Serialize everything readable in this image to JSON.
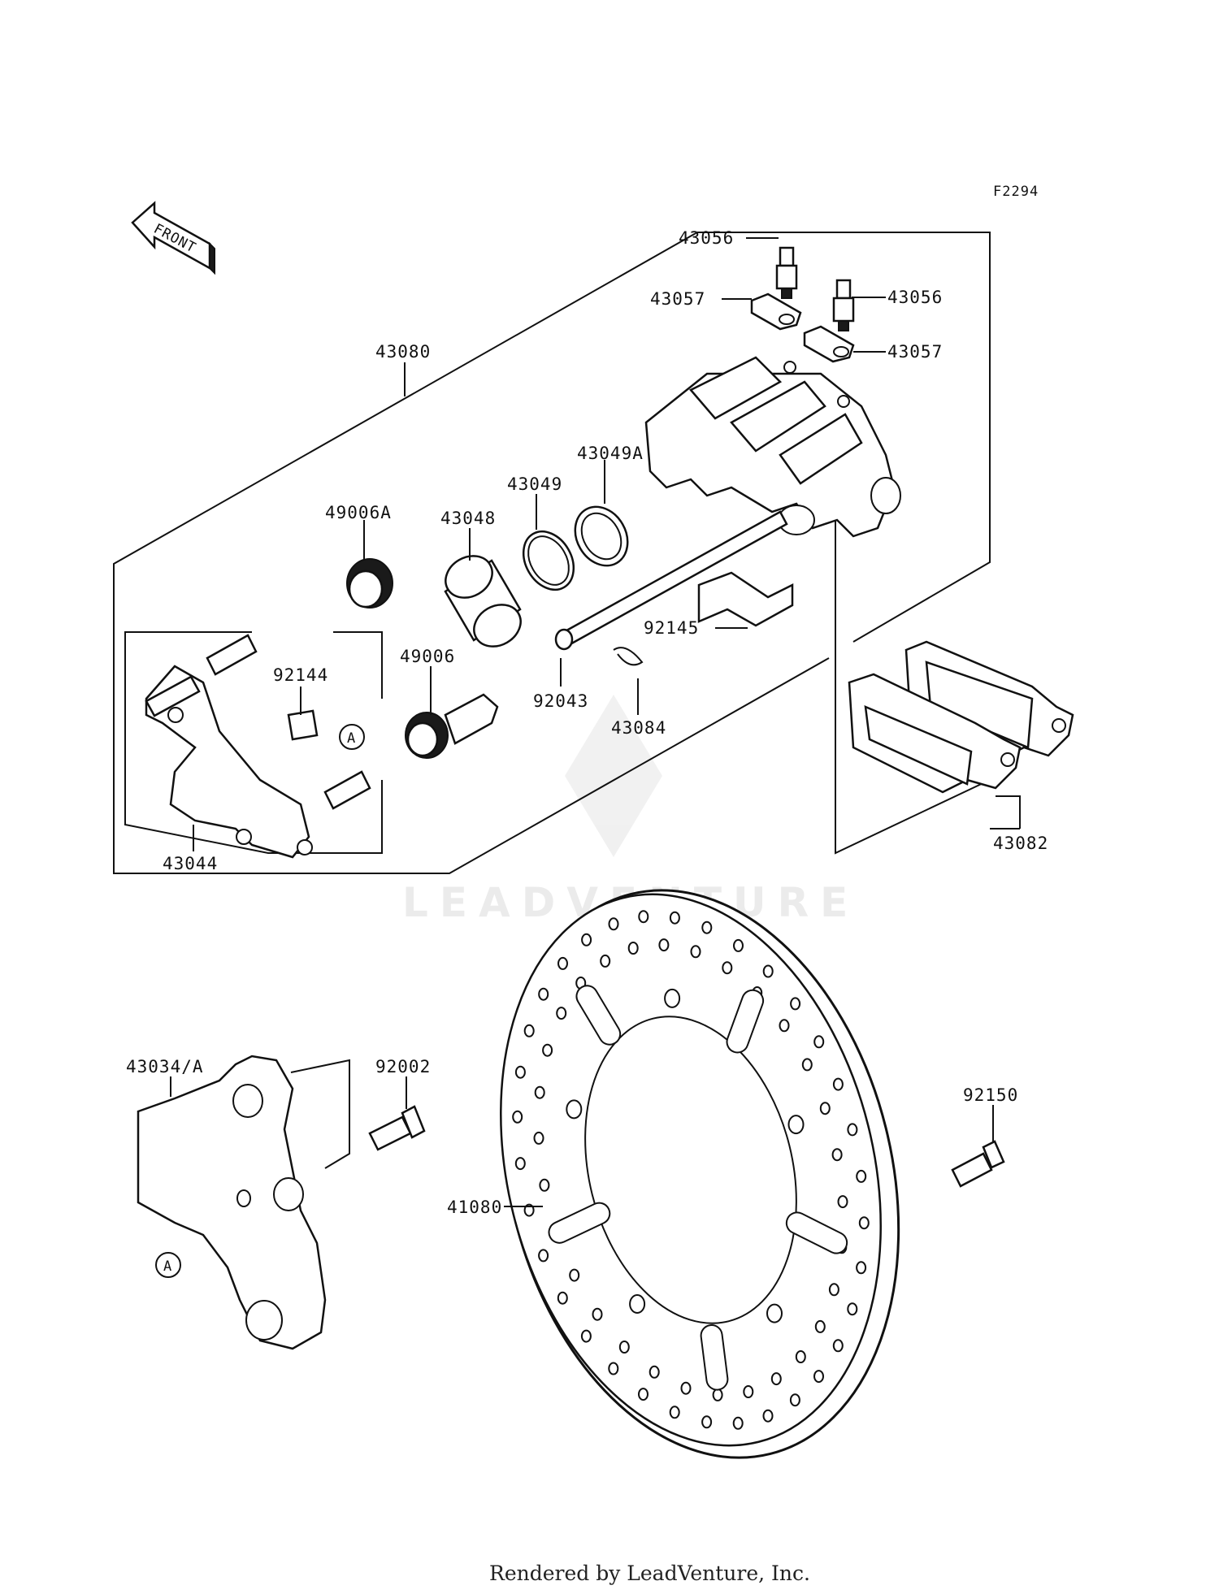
{
  "figure_code": "F2294",
  "front_label": "FRONT",
  "watermark_text": "LEADVENTURE",
  "footer": "Rendered by LeadVenture, Inc.",
  "callouts": {
    "a_upper": "A",
    "a_lower": "A"
  },
  "labels": {
    "p43056_top": "43056",
    "p43056_right": "43056",
    "p43057_left": "43057",
    "p43057_right": "43057",
    "p43080": "43080",
    "p43049A": "43049A",
    "p43049": "43049",
    "p43048": "43048",
    "p49006A": "49006A",
    "p92145": "92145",
    "p92144": "92144",
    "p49006": "49006",
    "p92043": "92043",
    "p43084": "43084",
    "p43044": "43044",
    "p43082": "43082",
    "p43034A": "43034/A",
    "p92002": "92002",
    "p92150": "92150",
    "p41080": "41080"
  }
}
